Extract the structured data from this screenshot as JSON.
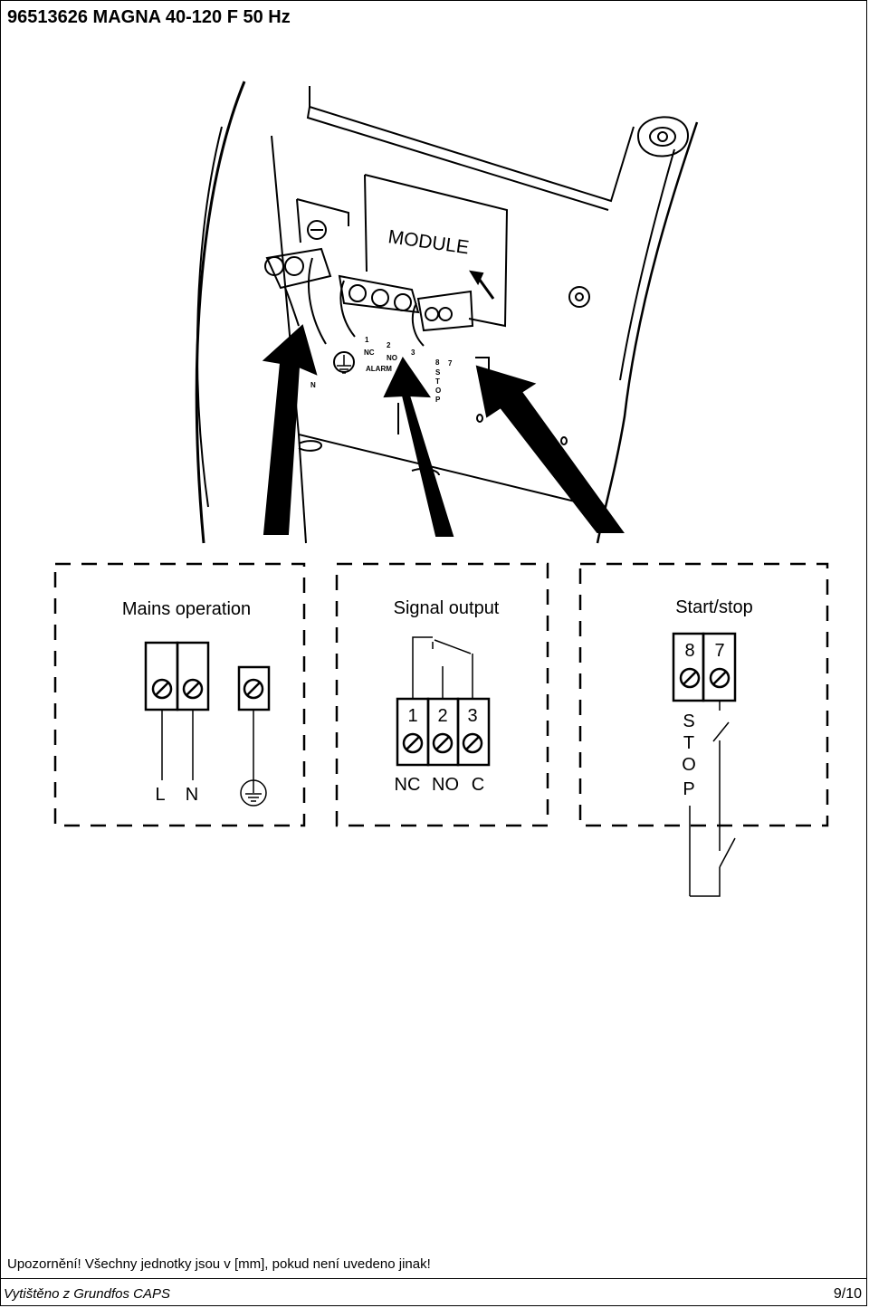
{
  "header": {
    "title": "96513626 MAGNA 40-120 F 50 Hz"
  },
  "photo": {
    "module_label": "MODULE",
    "terminal_marks": [
      "1",
      "2",
      "3",
      "NC",
      "NO",
      "ALARM",
      "N",
      "8",
      "7",
      "S",
      "T",
      "O",
      "P"
    ]
  },
  "panels": {
    "mains": {
      "title": "Mains operation",
      "label_l": "L",
      "label_n": "N"
    },
    "signal": {
      "title": "Signal output",
      "num_1": "1",
      "num_2": "2",
      "num_3": "3",
      "label_nc": "NC",
      "label_no": "NO",
      "label_c": "C"
    },
    "startstop": {
      "title": "Start/stop",
      "num_8": "8",
      "num_7": "7",
      "stop_s": "S",
      "stop_t": "T",
      "stop_o": "O",
      "stop_p": "P"
    }
  },
  "footer": {
    "note": "Upozornění! Všechny jednotky jsou v [mm], pokud není uvedeno jinak!",
    "printed": "Vytištěno z Grundfos CAPS",
    "page": "9/10"
  }
}
